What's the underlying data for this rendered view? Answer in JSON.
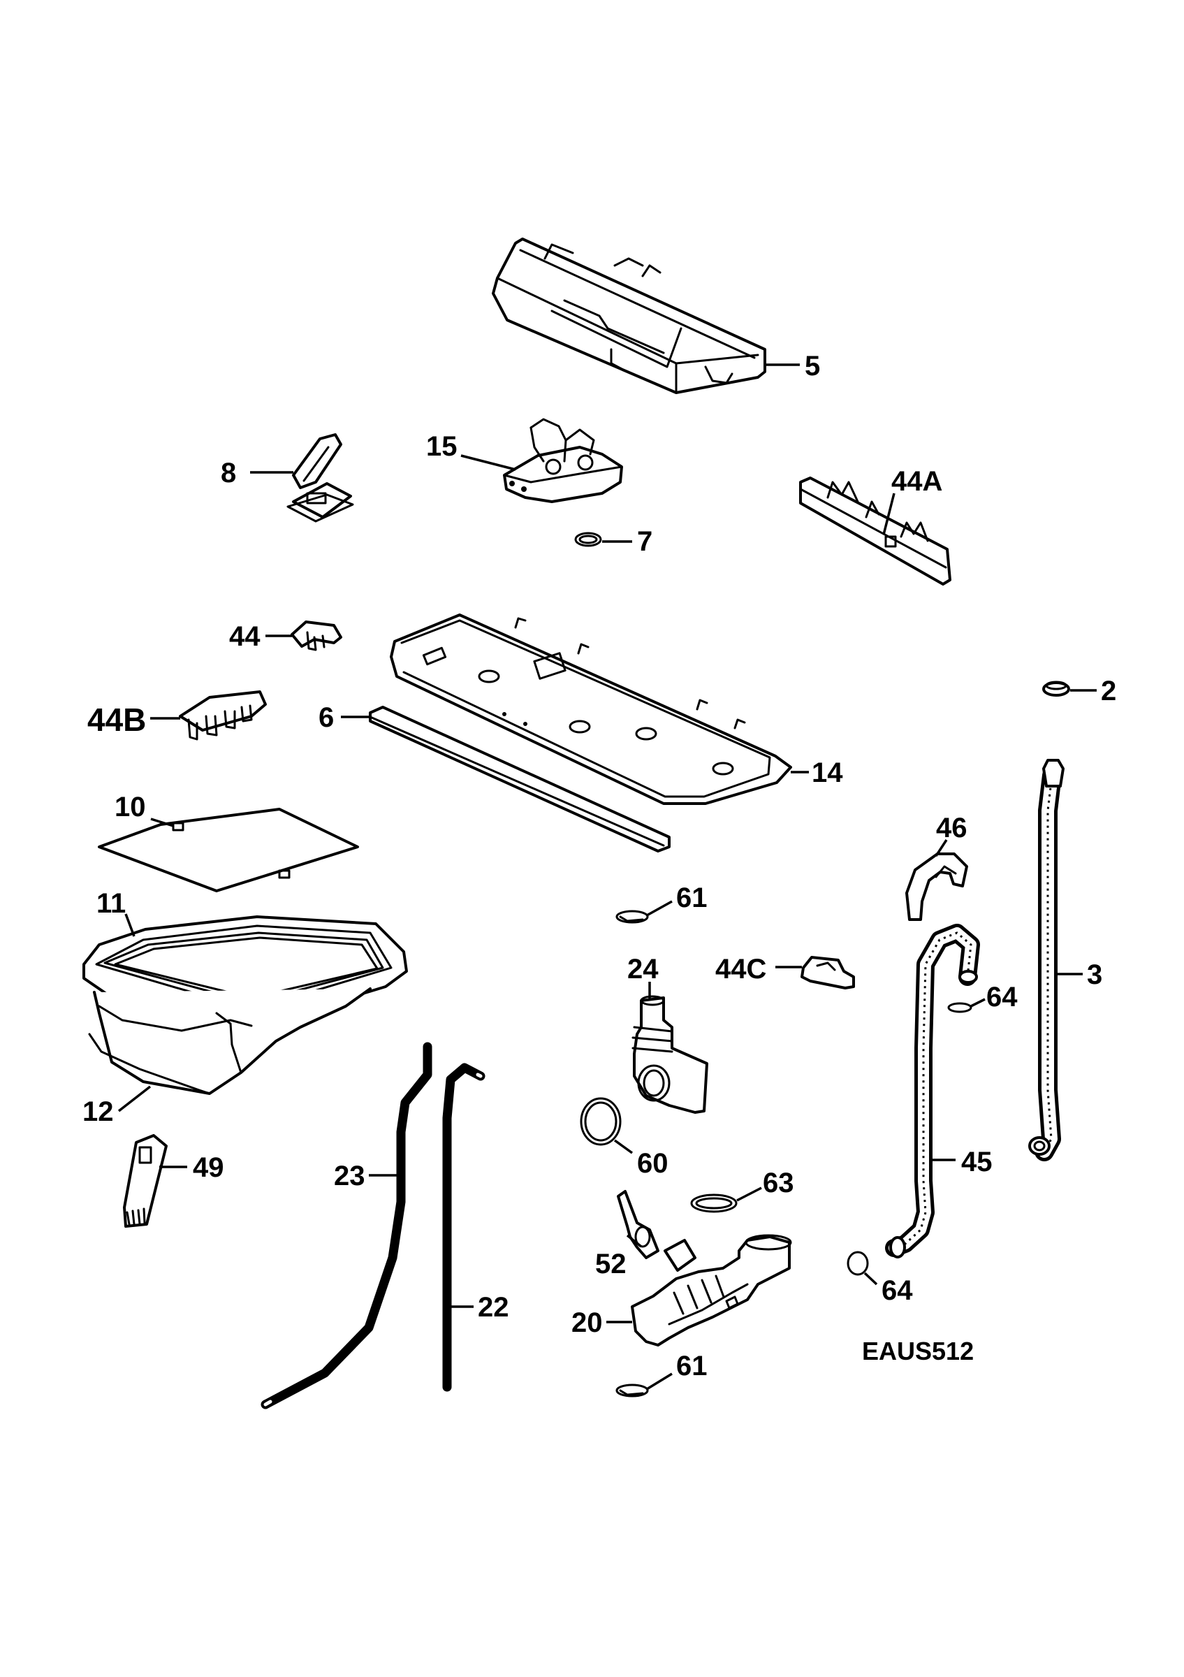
{
  "diagram": {
    "code": "EAUS512",
    "callouts": {
      "p5": "5",
      "p15": "15",
      "p8": "8",
      "p44a": "44A",
      "p7": "7",
      "p44": "44",
      "p44b": "44B",
      "p6": "6",
      "p14": "14",
      "p2": "2",
      "p10": "10",
      "p46": "46",
      "p11": "11",
      "p61a": "61",
      "p24": "24",
      "p44c": "44C",
      "p64a": "64",
      "p3": "3",
      "p12": "12",
      "p49": "49",
      "p23": "23",
      "p60": "60",
      "p45": "45",
      "p63": "63",
      "p52": "52",
      "p64b": "64",
      "p22": "22",
      "p20": "20",
      "p61b": "61"
    }
  }
}
